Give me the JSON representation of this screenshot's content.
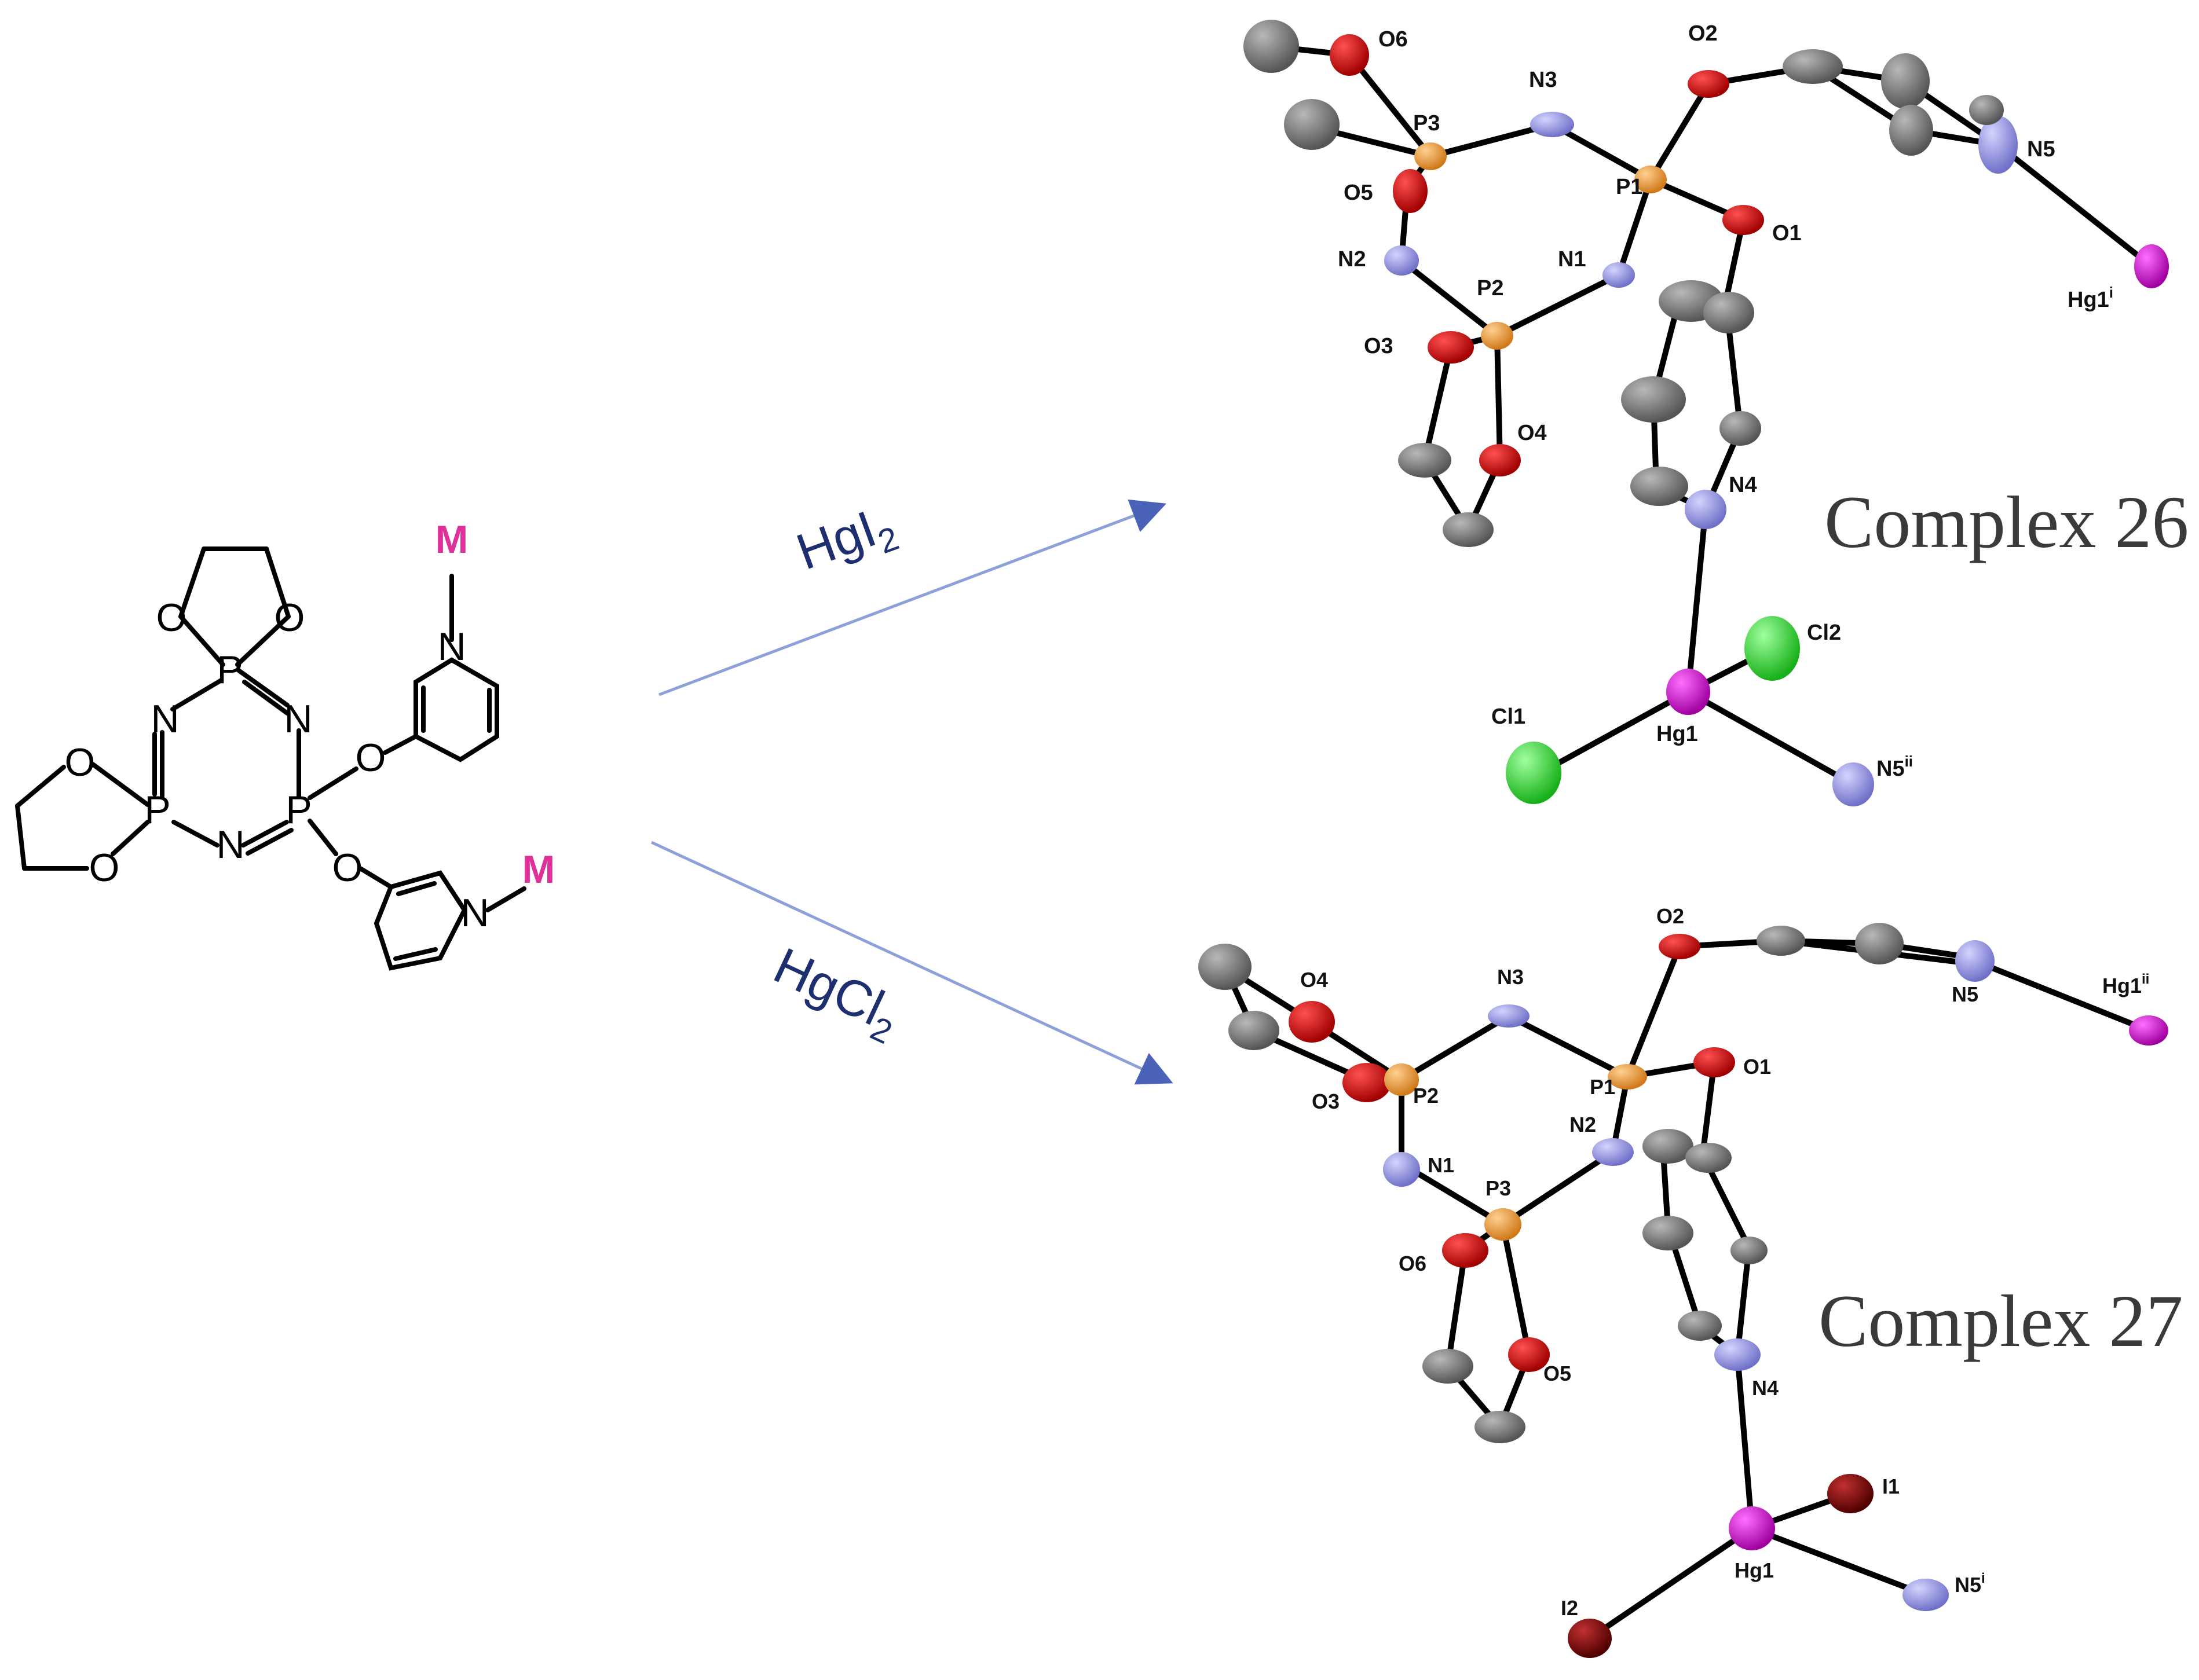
{
  "scheme": {
    "atoms": {
      "P": "P",
      "N": "N",
      "O": "O",
      "M": "M"
    },
    "metal_color": "#e0309a"
  },
  "reactions": [
    {
      "reagent_main": "HgI",
      "reagent_sub": "2",
      "product": "Complex 26"
    },
    {
      "reagent_main": "HgCl",
      "reagent_sub": "2",
      "product": "Complex 27"
    }
  ],
  "complex26_labels": {
    "O6": "O6",
    "O2": "O2",
    "N3": "N3",
    "P3": "P3",
    "P1": "P1",
    "O5": "O5",
    "N5": "N5",
    "O1": "O1",
    "N2": "N2",
    "N1": "N1",
    "P2": "P2",
    "Hg1i_base": "Hg1",
    "Hg1i_sup": "i",
    "O3": "O3",
    "O4": "O4",
    "N4": "N4",
    "Cl2": "Cl2",
    "Cl1": "Cl1",
    "Hg1": "Hg1",
    "N5ii_base": "N5",
    "N5ii_sup": "ii"
  },
  "complex27_labels": {
    "O4": "O4",
    "O2": "O2",
    "N3": "N3",
    "N5": "N5",
    "Hg1ii_base": "Hg1",
    "Hg1ii_sup": "ii",
    "P2": "P2",
    "P1": "P1",
    "O1": "O1",
    "O3": "O3",
    "N2": "N2",
    "N1": "N1",
    "P3": "P3",
    "O6": "O6",
    "O5": "O5",
    "N4": "N4",
    "I1": "I1",
    "Hg1": "Hg1",
    "I2": "I2",
    "N5i_base": "N5",
    "N5i_sup": "i"
  },
  "atom_colors": {
    "carbon": "#7a7a7a",
    "oxygen": "#d01616",
    "nitrogen": "#9c9ce6",
    "phosphorus": "#f0a040",
    "mercury": "#d21ccc",
    "chlorine": "#38dc38",
    "iodine": "#8b0e0e"
  },
  "arrow_color": "#7a8fd0"
}
